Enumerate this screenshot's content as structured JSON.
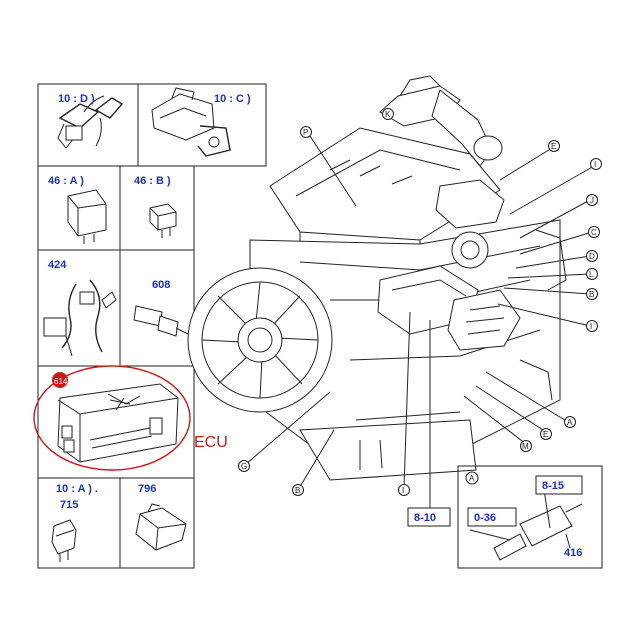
{
  "labels": {
    "p1": "10 : D )",
    "p2": "10 : C )",
    "p3": "46 : A )",
    "p4": "46 : B )",
    "p5": "424",
    "p6": "608",
    "p8a": "10 : A ) .",
    "p8b": "715",
    "p9": "796",
    "ecu": "ECU",
    "ecu_tag": "614"
  },
  "engine_labels": {
    "l1": "8-10",
    "l2": "8-15",
    "l3": "0-36",
    "l4": "416",
    "inset": "A"
  },
  "callouts": [
    "P",
    "E",
    "I",
    "J",
    "C",
    "D",
    "L",
    "B",
    "I",
    "A",
    "E",
    "M",
    "K",
    "G",
    "B",
    "I"
  ],
  "colors": {
    "label_blue": "#1a2fc8",
    "highlight_red": "#d01818",
    "line": "#222222"
  }
}
